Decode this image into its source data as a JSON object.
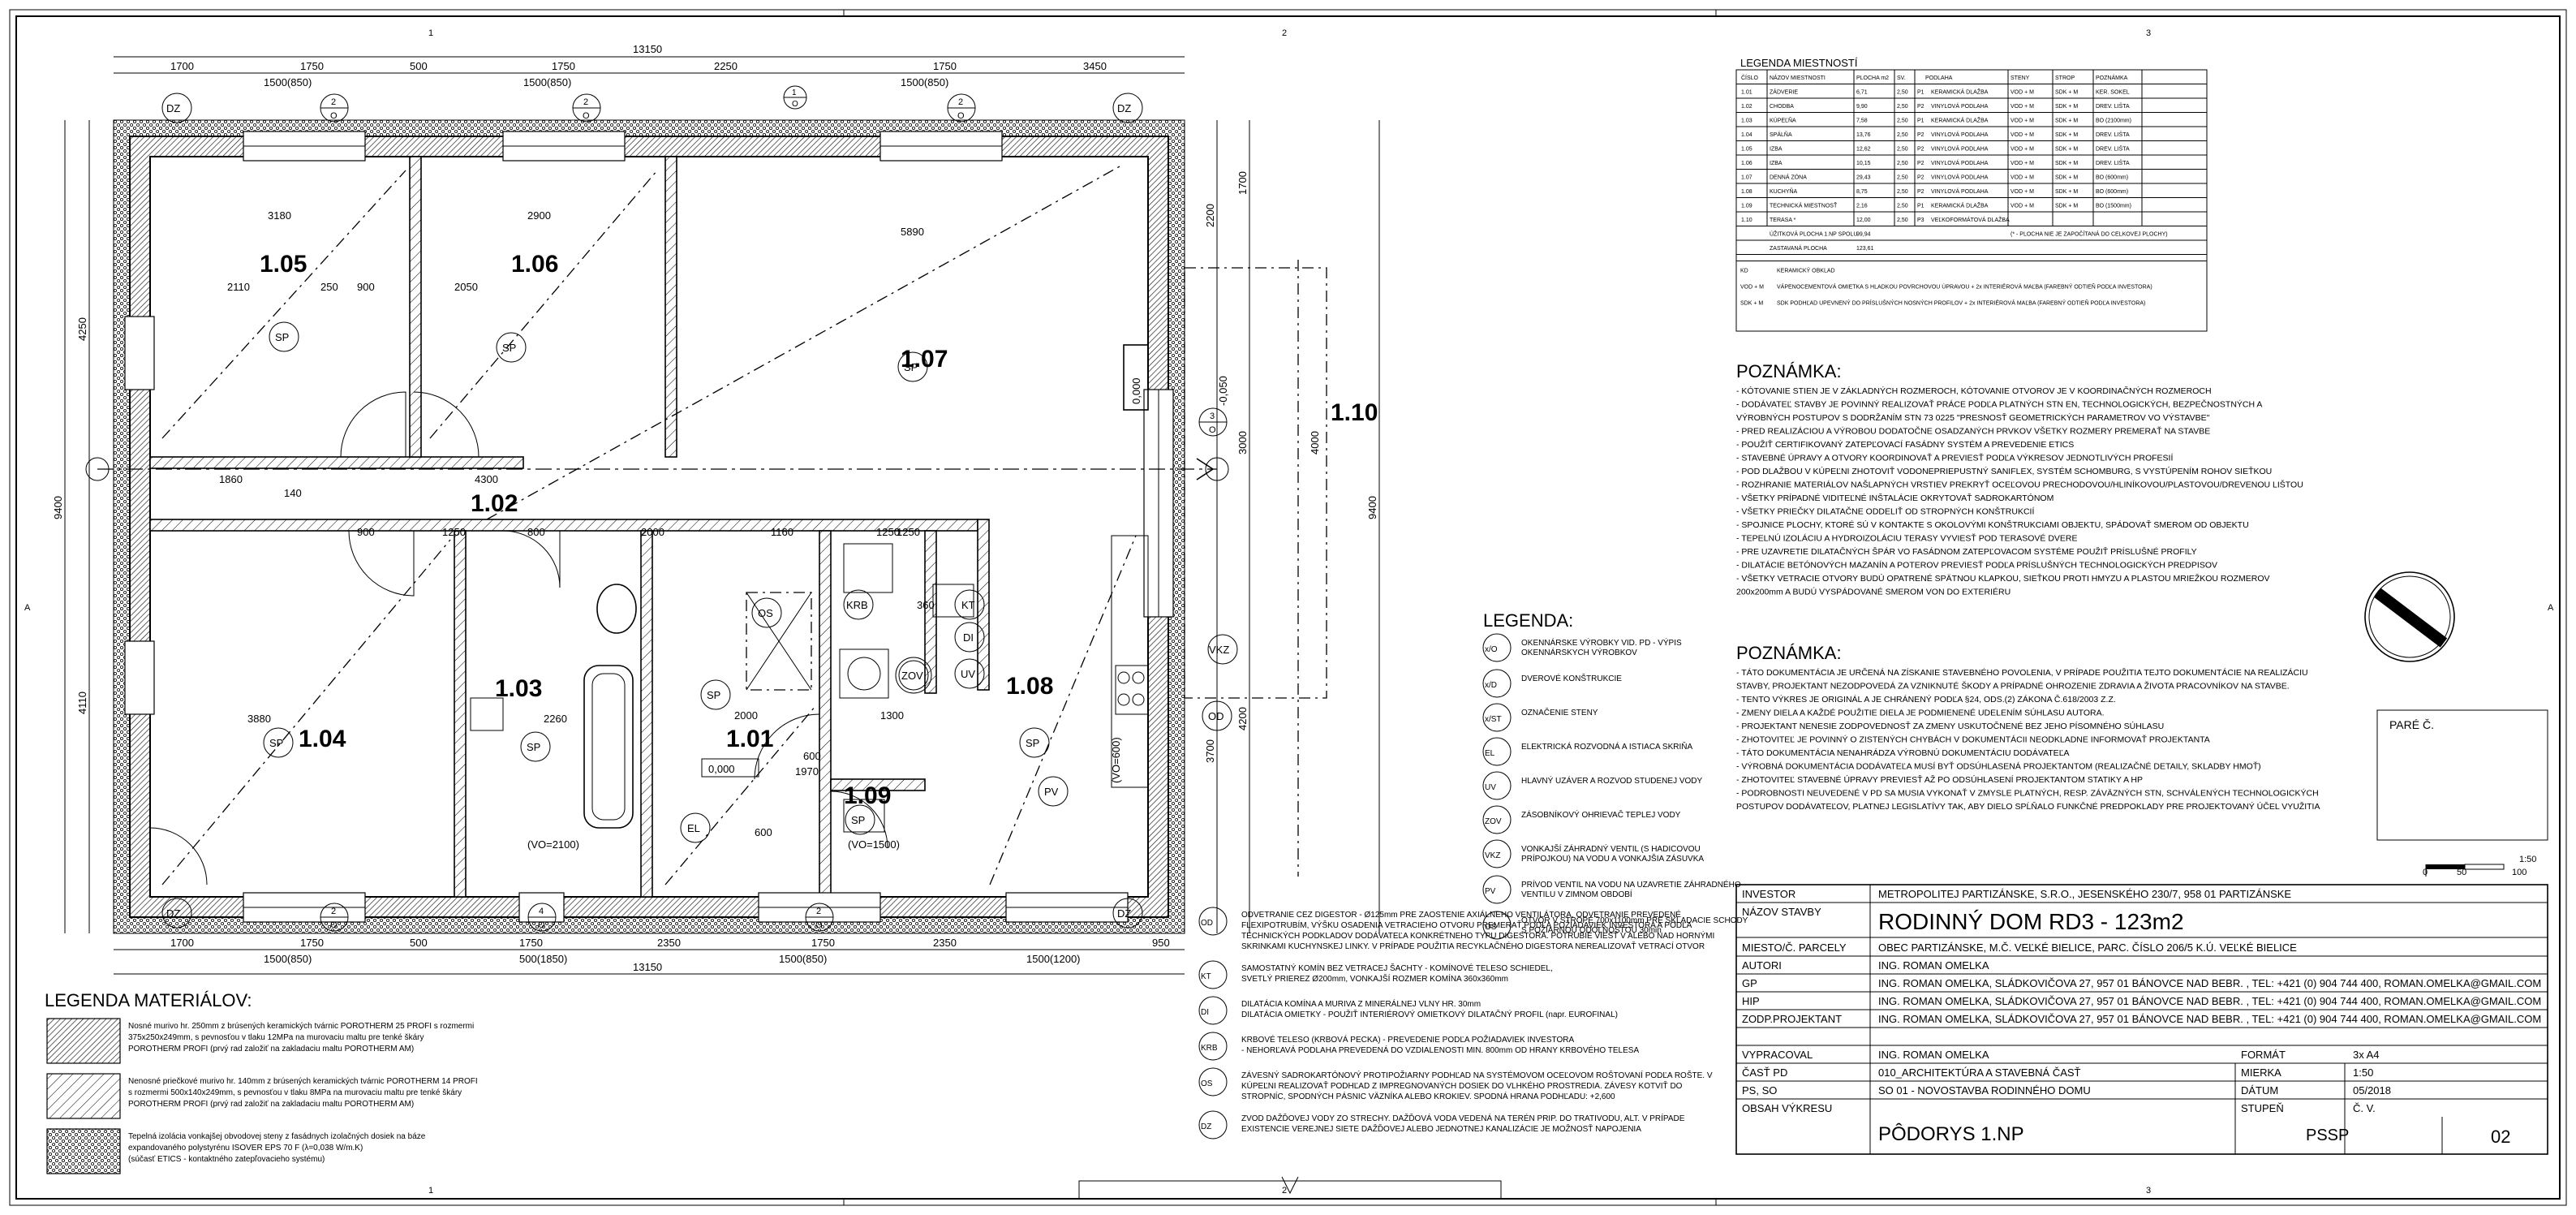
{
  "zone_labels": {
    "top": [
      "1",
      "2",
      "3"
    ],
    "bottom": [
      "1",
      "2",
      "3"
    ],
    "left": "A",
    "right": "A"
  },
  "dimensions": {
    "top_overall": "13150",
    "top_chain": [
      "1700",
      "1750",
      "500",
      "1750",
      "2250",
      "1750",
      "3450"
    ],
    "top_windows": [
      "1500(850)",
      "1500(850)",
      "1500(850)"
    ],
    "bottom_overall": "13150",
    "bottom_chain": [
      "1700",
      "1750",
      "500",
      "1750",
      "2350",
      "1750",
      "2350",
      "950"
    ],
    "bottom_windows": [
      "1500(850)",
      "500(1850)",
      "1500(850)",
      "1500(1200)"
    ],
    "left_overall": "9400",
    "left_chain": [
      "4250",
      "4110"
    ],
    "right_overall": "9400",
    "right_chain": [
      "1700",
      "3000",
      "3700",
      "4200"
    ],
    "right_outer": [
      "2200",
      "4000"
    ],
    "inner": [
      "3180",
      "2900",
      "5890",
      "2110",
      "250",
      "900",
      "2050",
      "1860",
      "140",
      "4300",
      "900",
      "1250",
      "800",
      "2000",
      "1160",
      "1250",
      "3880",
      "2260",
      "2000",
      "1970",
      "600",
      "1300",
      "600",
      "360",
      "1250"
    ]
  },
  "rooms": [
    "1.05",
    "1.06",
    "1.07",
    "1.10",
    "1.02",
    "1.03",
    "1.04",
    "1.01",
    "1.08",
    "1.09"
  ],
  "tags": {
    "dz": "DZ",
    "sp": "SP",
    "el": "EL",
    "kt": "KT",
    "di": "DI",
    "krb": "KRB",
    "uv": "UV",
    "zov": "ZOV",
    "vkz": "VKZ",
    "od": "OD",
    "os": "OS",
    "pv": "PV"
  },
  "window_tags": [
    {
      "top": "2",
      "bot": "O"
    },
    {
      "top": "2",
      "bot": "O"
    },
    {
      "top": "1",
      "bot": "O"
    },
    {
      "top": "2",
      "bot": "O"
    },
    {
      "top": "3",
      "bot": "O"
    },
    {
      "top": "2",
      "bot": "O"
    },
    {
      "top": "4",
      "bot": "O"
    },
    {
      "top": "2",
      "bot": "O"
    }
  ],
  "level_marks": [
    "0,000",
    "-0,050",
    "0,000"
  ],
  "plan_notes": [
    "(VO=2100)",
    "(VO=1500)",
    "(VO=600)"
  ],
  "legend_rooms": {
    "title": "LEGENDA MIESTNOSTÍ",
    "headers": [
      "ČÍSLO",
      "NÁZOV MIESTNOSTI",
      "PLOCHA m2",
      "SV.",
      "PODLAHA",
      "STENY",
      "STROP",
      "POZNÁMKA"
    ],
    "rows": [
      [
        "1.01",
        "ZÁDVERIE",
        "6,71",
        "2,50",
        "P1",
        "KERAMICKÁ DLAŽBA",
        "VOD + M",
        "SDK + M",
        "KER. SOKEL"
      ],
      [
        "1.02",
        "CHODBA",
        "9,90",
        "2,50",
        "P2",
        "VINYLOVÁ PODLAHA",
        "VOD + M",
        "SDK + M",
        "DREV. LIŠTA"
      ],
      [
        "1.03",
        "KÚPEĽŇA",
        "7,58",
        "2,50",
        "P1",
        "KERAMICKÁ DLAŽBA",
        "VOD + M",
        "SDK + M",
        "BO (2100mm)"
      ],
      [
        "1.04",
        "SPÁLŇA",
        "13,76",
        "2,50",
        "P2",
        "VINYLOVÁ PODLAHA",
        "VOD + M",
        "SDK + M",
        "DREV. LIŠTA"
      ],
      [
        "1.05",
        "IZBA",
        "12,62",
        "2,50",
        "P2",
        "VINYLOVÁ PODLAHA",
        "VOD + M",
        "SDK + M",
        "DREV. LIŠTA"
      ],
      [
        "1.06",
        "IZBA",
        "10,15",
        "2,50",
        "P2",
        "VINYLOVÁ PODLAHA",
        "VOD + M",
        "SDK + M",
        "DREV. LIŠTA"
      ],
      [
        "1.07",
        "DENNÁ ZÓNA",
        "29,43",
        "2,50",
        "P2",
        "VINYLOVÁ PODLAHA",
        "VOD + M",
        "SDK + M",
        "BO (600mm)"
      ],
      [
        "1.08",
        "KUCHYŇA",
        "8,75",
        "2,50",
        "P2",
        "VINYLOVÁ PODLAHA",
        "VOD + M",
        "SDK + M",
        "BO (600mm)"
      ],
      [
        "1.09",
        "TECHNICKÁ MIESTNOSŤ",
        "2,16",
        "2,50",
        "P1",
        "KERAMICKÁ DLAŽBA",
        "VOD + M",
        "SDK + M",
        "BO (1500mm)"
      ],
      [
        "1.10",
        "TERASA *",
        "12,00",
        "2,50",
        "P3",
        "VEĽKOFORMÁTOVÁ DLAŽBA",
        "",
        "",
        ""
      ]
    ],
    "sum1_label": "ÚŽITKOVÁ PLOCHA 1.NP SPOLU",
    "sum1_value": "99,94",
    "sum1_note": "(* - PLOCHA NIE JE ZAPOČÍTANÁ DO CELKOVEJ PLOCHY)",
    "sum2_label": "ZASTAVANÁ PLOCHA",
    "sum2_value": "123,61",
    "abbr": [
      [
        "KD",
        "KERAMICKÝ OBKLAD"
      ],
      [
        "VOD + M",
        "VÁPENOCEMENTOVÁ OMIETKA S HLADKOU POVRCHOVOU ÚPRAVOU + 2x INTERIÉROVÁ MAĽBA (FAREBNÝ ODTIEŇ PODĽA INVESTORA)"
      ],
      [
        "SDK + M",
        "SDK PODHĽAD UPEVNENÝ DO PRÍSLUŠNÝCH NOSNÝCH PROFILOV + 2x INTERIÉROVÁ MAĽBA (FAREBNÝ ODTIEŇ PODĽA INVESTORA)"
      ]
    ]
  },
  "notes1": {
    "title": "POZNÁMKA:",
    "lines": [
      "- KÓTOVANIE STIEN JE V ZÁKLADNÝCH ROZMEROCH, KÓTOVANIE OTVOROV JE V KOORDINAČNÝCH ROZMEROCH",
      "- DODÁVATEĽ STAVBY JE POVINNÝ REALIZOVAŤ PRÁCE PODĽA PLATNÝCH STN EN, TECHNOLOGICKÝCH, BEZPEČNOSTNÝCH A",
      "  VÝROBNÝCH POSTUPOV S DODRŽANÍM STN 73 0225 \"PRESNOSŤ GEOMETRICKÝCH PARAMETROV VO VÝSTAVBE\"",
      "- PRED REALIZÁCIOU A VÝROBOU DODATOČNE OSADZANÝCH PRVKOV VŠETKY ROZMERY PREMERAŤ NA STAVBE",
      "- POUŽIŤ CERTIFIKOVANÝ ZATEPĽOVACÍ FASÁDNY SYSTÉM A PREVEDENIE ETICS",
      "- STAVEBNÉ ÚPRAVY A OTVORY KOORDINOVAŤ A PREVIESŤ PODĽA VÝKRESOV JEDNOTLIVÝCH PROFESIÍ",
      "- POD DLAŽBOU V KÚPEĽNI ZHOTOVIŤ VODONEPRIEPUSTNÝ SANIFLEX, SYSTÉM SCHOMBURG, S VYSTÚPENÍM ROHOV SIEŤKOU",
      "- ROZHRANIE MATERIÁLOV NAŠLAPNÝCH VRSTIEV PREKRYŤ OCEĽOVOU PRECHODOVOU/HLINÍKOVOU/PLASTOVOU/DREVENOU LIŠTOU",
      "- VŠETKY PRÍPADNÉ VIDITEĽNÉ INŠTALÁCIE OKRYTOVAŤ SADROKARTÓNOM",
      "- VŠETKY PRIEČKY DILATAČNE ODDELIŤ OD STROPNÝCH KONŠTRUKCIÍ",
      "- SPOJNICE PLOCHY, KTORÉ SÚ V KONTAKTE S OKOLOVÝMI KONŠTRUKCIAMI OBJEKTU, SPÁDOVAŤ SMEROM OD OBJEKTU",
      "- TEPELNÚ IZOLÁCIU A HYDROIZOLÁCIU TERASY VYVIESŤ POD TERASOVÉ DVERE",
      "- PRE UZAVRETIE DILATAČNÝCH ŠPÁR VO FASÁDNOM ZATEPĽOVACOM SYSTÉME POUŽIŤ PRÍSLUŠNÉ PROFILY",
      "- DILATÁCIE BETÓNOVÝCH MAZANÍN A POTEROV PREVIESŤ PODĽA PRÍSLUŠNÝCH TECHNOLOGICKÝCH PREDPISOV",
      "- VŠETKY VETRACIE OTVORY BUDÚ OPATRENÉ SPÄTNOU KLAPKOU, SIEŤKOU PROTI HMYZU A PLASTOU MRIEŽKOU ROZMEROV",
      "  200x200mm A BUDÚ VYSPÁDOVANÉ SMEROM VON DO EXTERIÉRU"
    ]
  },
  "notes2": {
    "title": "POZNÁMKA:",
    "lines": [
      "- TÁTO DOKUMENTÁCIA JE URČENÁ NA ZÍSKANIE STAVEBNÉHO POVOLENIA, V PRÍPADE POUŽITIA TEJTO DOKUMENTÁCIE NA REALIZÁCIU",
      "  STAVBY, PROJEKTANT NEZODPOVEDÁ ZA VZNIKNUTÉ ŠKODY A PRÍPADNÉ OHROZENIE ZDRAVIA A ŽIVOTA PRACOVNÍKOV NA STAVBE.",
      "- TENTO VÝKRES JE ORIGINÁL A JE CHRÁNENÝ PODĽA §24, ODS.(2) ZÁKONA Č.618/2003 Z.Z.",
      "- ZMENY DIELA A KAŽDÉ POUŽITIE DIELA JE PODMIENENÉ UDELENÍM SÚHLASU AUTORA.",
      "- PROJEKTANT NENESIE ZODPOVEDNOSŤ ZA ZMENY USKUTOČNENÉ BEZ JEHO PÍSOMNÉHO SÚHLASU",
      "- ZHOTOVITEĽ JE POVINNÝ O ZISTENÝCH CHYBÁCH V DOKUMENTÁCII NEODKLADNE INFORMOVAŤ PROJEKTANTA",
      "- TÁTO DOKUMENTÁCIA NENAHRÁDZA VÝROBNÚ DOKUMENTÁCIU DODÁVATEĽA",
      "- VÝROBNÁ DOKUMENTÁCIA DODÁVATEĽA MUSÍ BYŤ ODSÚHLASENÁ PROJEKTANTOM (REALIZAČNÉ DETAILY, SKLADBY HMOŤ)",
      "- ZHOTOVITEĽ STAVEBNÉ ÚPRAVY PREVIESŤ AŽ PO ODSÚHLASENÍ PROJEKTANTOM STATIKY A HP",
      "- PODROBNOSTI NEUVEDENÉ V PD SA MUSIA VYKONAŤ V ZMYSLE PLATNÝCH, RESP. ZÁVÄZNÝCH STN, SCHVÁLENÝCH TECHNOLOGICKÝCH",
      "  POSTUPOV DODÁVATEĽOV, PLATNEJ LEGISLATÍVY TAK, ABY DIELO SPĹŇALO FUNKČNÉ PREDPOKLADY PRE PROJEKTOVANÝ ÚČEL VYUŽITIA"
    ]
  },
  "pare_label": "PARÉ Č.",
  "scale_bar": {
    "scale": "1:50",
    "ticks": [
      "0",
      "50",
      "100"
    ]
  },
  "legend_symbols": {
    "title": "LEGENDA:",
    "items": [
      {
        "tag": "x/O",
        "text": "OKENNÁRSKE VÝROBKY VID. PD - VÝPIS OKENNÁRSKYCH VÝROBKOV"
      },
      {
        "tag": "x/D",
        "text": "DVEROVÉ KONŠTRUKCIE"
      },
      {
        "tag": "x/ST",
        "text": "OZNAČENIE STENY"
      },
      {
        "tag": "EL",
        "text": "ELEKTRICKÁ ROZVODNÁ A ISTIACA SKRIŇA"
      },
      {
        "tag": "UV",
        "text": "HLAVNÝ UZÁVER A ROZVOD STUDENEJ VODY"
      },
      {
        "tag": "ZOV",
        "text": "ZÁSOBNÍKOVÝ OHRIEVAČ TEPLEJ VODY"
      },
      {
        "tag": "VKZ",
        "text": "VONKAJŠÍ ZÁHRADNÝ VENTIL (S HADICOVOU PRÍPOJKOU) NA VODU A VONKAJŠIA ZÁSUVKA"
      },
      {
        "tag": "PV",
        "text": "PRÍVOD VENTIL NA VODU NA UZAVRETIE ZÁHRADNÉHO VENTILU V ZIMNOM OBDOBÍ"
      },
      {
        "tag": "OS",
        "text": "OTVOR V STROPE 700x1100mm PRE SKLADACIE SCHODY S POŽIARNOU ODOLNOSŤOU 30min"
      }
    ]
  },
  "legend_notes": [
    {
      "tag": "OD",
      "lines": [
        "ODVETRANIE CEZ DIGESTOR - Ø125mm PRE ZAOSTENIE AXIÁLNEHO VENTILÁTORA, ODVETRANIE PREVEDENÉ",
        "FLEXIPOTRUBÍM, VÝŠKU OSADENIA VETRACIEHO OTVORU PREMERAŤ PODĽA POŽIADAVIEK INVESTORA A PODĽA",
        "TECHNICKÝCH PODKLADOV DODÁVATEĽA KONKRÉTNEHO TYPU DIGESTORA. POTRUBIE VIESŤ V ALEBO NAD HORNÝMI",
        "SKRINKAMI KUCHYNSKEJ LINKY. V PRÍPADE POUŽITIA RECYKLAČNÉHO DIGESTORA NEREALIZOVAŤ VETRACÍ OTVOR"
      ]
    },
    {
      "tag": "KT",
      "lines": [
        "SAMOSTATNÝ KOMÍN BEZ VETRACEJ ŠACHTY - KOMÍNOVÉ TELESO SCHIEDEL,",
        "SVETLÝ PRIEREZ Ø200mm, VONKAJŠÍ ROZMER KOMÍNA 360x360mm"
      ]
    },
    {
      "tag": "DI",
      "lines": [
        "DILATÁCIA KOMÍNA A MURIVA Z MINERÁLNEJ VLNY HR. 30mm",
        "DILATÁCIA OMIETKY - POUŽIŤ INTERIÉROVÝ OMIETKOVÝ DILATAČNÝ PROFIL (napr. EUROFINAL)"
      ]
    },
    {
      "tag": "KRB",
      "lines": [
        "KRBOVÉ TELESO (KRBOVÁ PECKA) - PREVEDENIE PODĽA POŽIADAVIEK INVESTORA",
        "- NEHORĽAVÁ PODLAHA PREVEDENÁ DO VZDIALENOSTI MIN. 800mm OD HRANY KRBOVÉHO TELESA"
      ]
    },
    {
      "tag": "OS",
      "lines": [
        "ZÁVESNÝ SADROKARTÓNOVÝ PROTIPOŽIARNY PODHĽAD NA SYSTÉMOVOM OCEĽOVOM ROŠTOVANÍ PODĽA ROŠTE. V",
        "KÚPEĽNI REALIZOVAŤ PODHĽAD Z IMPREGNOVANÝCH DOSIEK DO VLHKÉHO PROSTREDIA. ZÁVESY KOTVIŤ DO",
        "STROPNÍC, SPODNÝCH PÁSNIC VÄZNÍKA ALEBO KROKIEV. SPODNÁ HRANA PODHĽADU: +2,600"
      ]
    },
    {
      "tag": "DZ",
      "lines": [
        "ZVOD DAŽĎOVEJ VODY ZO STRECHY. DAŽĎOVÁ VODA VEDENÁ NA TERÉN PRIP. DO TRATIVODU, ALT. V PRÍPADE",
        "EXISTENCIE VEREJNEJ SIETE DAŽĎOVEJ ALEBO JEDNOTNEJ KANALIZÁCIE JE MOŽNOSŤ NAPOJENIA"
      ]
    }
  ],
  "legend_materials": {
    "title": "LEGENDA MATERIÁLOV:",
    "items": [
      {
        "lines": [
          "Nosné murivo hr. 250mm z brúsených keramických tvárnic POROTHERM 25 PROFI s rozmermi",
          "375x250x249mm, s pevnosťou v tlaku 12MPa na murovaciu maltu pre tenké škáry",
          "POROTHERM PROFI (prvý rad založiť na zakladaciu maltu POROTHERM AM)"
        ]
      },
      {
        "lines": [
          "Nenosné priečkové murivo hr. 140mm z brúsených keramických tvárnic POROTHERM 14 PROFI",
          "s rozmermi 500x140x249mm, s pevnosťou v tlaku 8MPa na murovaciu maltu pre tenké škáry",
          "POROTHERM PROFI (prvý rad založiť na zakladaciu maltu POROTHERM AM)"
        ]
      },
      {
        "lines": [
          "Tepelná izolácia vonkajšej obvodovej steny z fasádnych izolačných dosiek na báze",
          "expandovaného polystyrénu ISOVER EPS 70 F (λ=0,038 W/m.K)",
          "(súčasť ETICS - kontaktného zatepľovacieho systému)"
        ]
      }
    ]
  },
  "title_block": {
    "investor_label": "INVESTOR",
    "investor": "METROPOLITEJ PARTIZÁNSKE, S.R.O., JESENSKÉHO 230/7, 958 01 PARTIZÁNSKE",
    "name_label": "NÁZOV STAVBY",
    "name": "RODINNÝ DOM RD3 - 123m2",
    "place_label": "MIESTO/Č. PARCELY",
    "place": "OBEC PARTIZÁNSKE, M.Č. VEĽKÉ BIELICE, PARC. ČÍSLO 206/5 K.Ú. VEĽKÉ BIELICE",
    "rows": [
      {
        "label": "AUTORI",
        "value": "ING. ROMAN OMELKA"
      },
      {
        "label": "GP",
        "value": "ING. ROMAN OMELKA, SLÁDKOVIČOVA 27, 957 01 BÁNOVCE NAD BEBR. , TEL: +421 (0) 904 744 400, ROMAN.OMELKA@GMAIL.COM"
      },
      {
        "label": "HIP",
        "value": "ING. ROMAN OMELKA, SLÁDKOVIČOVA 27, 957 01 BÁNOVCE NAD BEBR. , TEL: +421 (0) 904 744 400, ROMAN.OMELKA@GMAIL.COM"
      },
      {
        "label": "ZODP.PROJEKTANT",
        "value": "ING. ROMAN OMELKA, SLÁDKOVIČOVA 27, 957 01 BÁNOVCE NAD BEBR. , TEL: +421 (0) 904 744 400, ROMAN.OMELKA@GMAIL.COM"
      }
    ],
    "drawn_label": "VYPRACOVAL",
    "drawn": "ING. ROMAN OMELKA",
    "part_label": "ČASŤ PD",
    "part": "010_ARCHITEKTÚRA A STAVEBNÁ ČASŤ",
    "ps_label": "PS, SO",
    "ps": "SO 01 - NOVOSTAVBA RODINNÉHO DOMU",
    "content_label": "OBSAH VÝKRESU",
    "content": "PÔDORYS 1.NP",
    "format_label": "FORMÁT",
    "format": "3x A4",
    "scale_label": "MIERKA",
    "scale": "1:50",
    "date_label": "DÁTUM",
    "date": "05/2018",
    "stage_label": "STUPEŇ",
    "stage": "PSSP",
    "num_label": "Č. V.",
    "num": "02"
  }
}
